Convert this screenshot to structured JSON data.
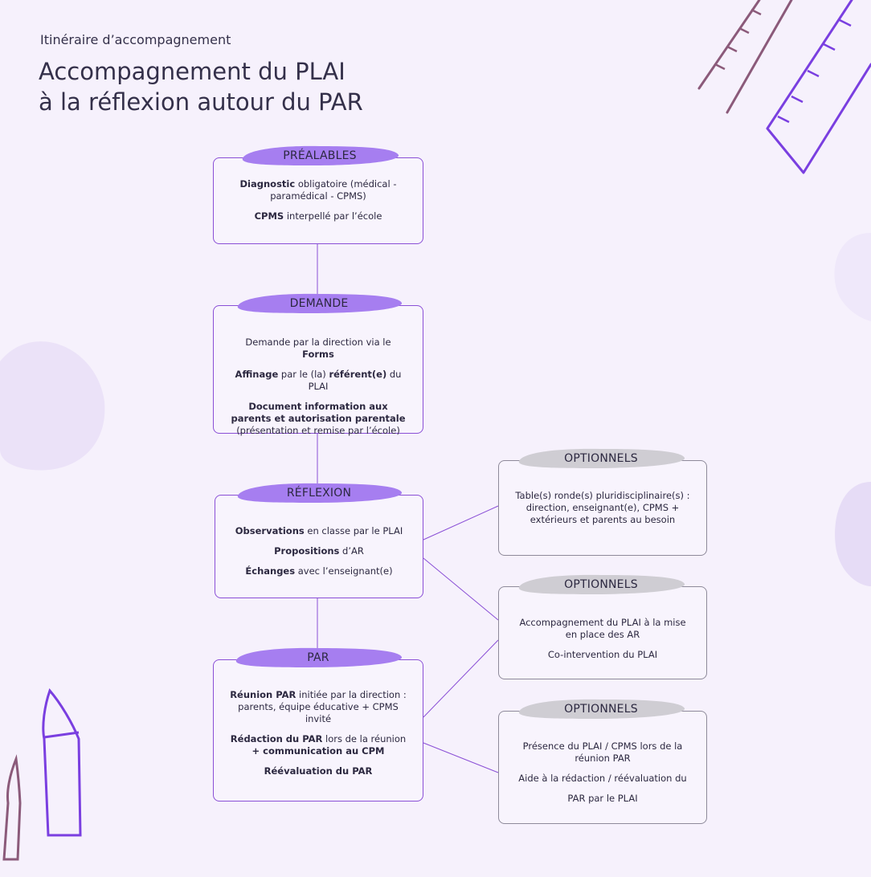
{
  "header": {
    "pretitle": "Itinéraire d’accompagnement",
    "title_line1": "Accompagnement du PLAI",
    "title_line2": "à la réflexion autour du PAR"
  },
  "colors": {
    "accent": "#a67ef0",
    "border": "#8a4fd6",
    "grey_pill": "#cfcdd3",
    "background": "#f6f1fc"
  },
  "steps": [
    {
      "label": "PRÉALABLES",
      "lines": [
        [
          {
            "t": "Diagnostic",
            "b": true
          },
          {
            "t": " obligatoire (médical - paramédical - CPMS)",
            "b": false
          }
        ],
        [
          {
            "t": "CPMS",
            "b": true
          },
          {
            "t": " interpellé par l’école",
            "b": false
          }
        ]
      ]
    },
    {
      "label": "DEMANDE",
      "lines": [
        [
          {
            "t": "Demande par la direction via le ",
            "b": false
          },
          {
            "t": "Forms",
            "b": true
          }
        ],
        [
          {
            "t": "Affinage",
            "b": true
          },
          {
            "t": " par le (la) ",
            "b": false
          },
          {
            "t": "référent(e)",
            "b": true
          },
          {
            "t": " du PLAI",
            "b": false
          }
        ],
        [
          {
            "t": "Document information aux parents et autorisation parentale",
            "b": true
          },
          {
            "t": " (présentation et remise par l’école)",
            "b": false
          }
        ]
      ]
    },
    {
      "label": "RÉFLEXION",
      "lines": [
        [
          {
            "t": "Observations",
            "b": true
          },
          {
            "t": " en classe par le PLAI",
            "b": false
          }
        ],
        [
          {
            "t": "Propositions",
            "b": true
          },
          {
            "t": " d’AR",
            "b": false
          }
        ],
        [
          {
            "t": "Échanges",
            "b": true
          },
          {
            "t": " avec l’enseignant(e)",
            "b": false
          }
        ]
      ]
    },
    {
      "label": "PAR",
      "lines": [
        [
          {
            "t": "Réunion PAR",
            "b": true
          },
          {
            "t": " initiée par la direction : parents, équipe éducative + CPMS invité",
            "b": false
          }
        ],
        [
          {
            "t": "Rédaction du PAR",
            "b": true
          },
          {
            "t": " lors de la réunion ",
            "b": false
          },
          {
            "t": "+ communication au CPM",
            "b": true
          }
        ],
        [
          {
            "t": "Réévaluation du PAR",
            "b": true
          }
        ]
      ]
    }
  ],
  "options": [
    {
      "label": "OPTIONNELS",
      "lines": [
        [
          {
            "t": "Table(s) ronde(s) pluridisciplinaire(s) : direction, enseignant(e), CPMS + extérieurs et parents au besoin",
            "b": false
          }
        ]
      ]
    },
    {
      "label": "OPTIONNELS",
      "lines": [
        [
          {
            "t": "Accompagnement du PLAI à la mise en place des AR",
            "b": false
          }
        ],
        [
          {
            "t": "Co-intervention du PLAI",
            "b": false
          }
        ]
      ]
    },
    {
      "label": "OPTIONNELS",
      "lines": [
        [
          {
            "t": "Présence du PLAI / CPMS lors de la réunion PAR",
            "b": false
          }
        ],
        [
          {
            "t": "Aide à la rédaction / réévaluation du",
            "b": false
          }
        ],
        [
          {
            "t": "PAR par le PLAI",
            "b": false
          }
        ]
      ]
    }
  ]
}
